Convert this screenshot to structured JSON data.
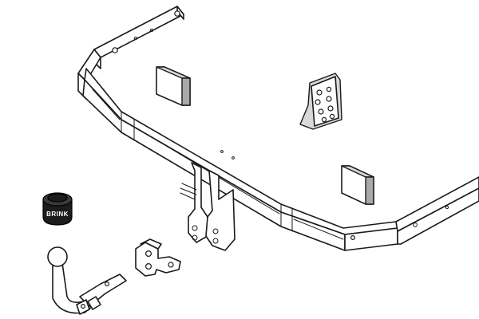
{
  "diagram": {
    "parts": [
      {
        "id": "crossbar",
        "label": ""
      },
      {
        "id": "left-bracket",
        "label": ""
      },
      {
        "id": "right-bracket",
        "label": ""
      },
      {
        "id": "center-mount",
        "label": ""
      },
      {
        "id": "spacer-block-left",
        "label": ""
      },
      {
        "id": "spacer-block-right",
        "label": ""
      },
      {
        "id": "fixing-kit",
        "label": ""
      },
      {
        "id": "protective-cap",
        "label": ""
      },
      {
        "id": "ball-neck",
        "label": ""
      },
      {
        "id": "socket-bracket",
        "label": ""
      }
    ],
    "cap_brand": "BRINK"
  }
}
